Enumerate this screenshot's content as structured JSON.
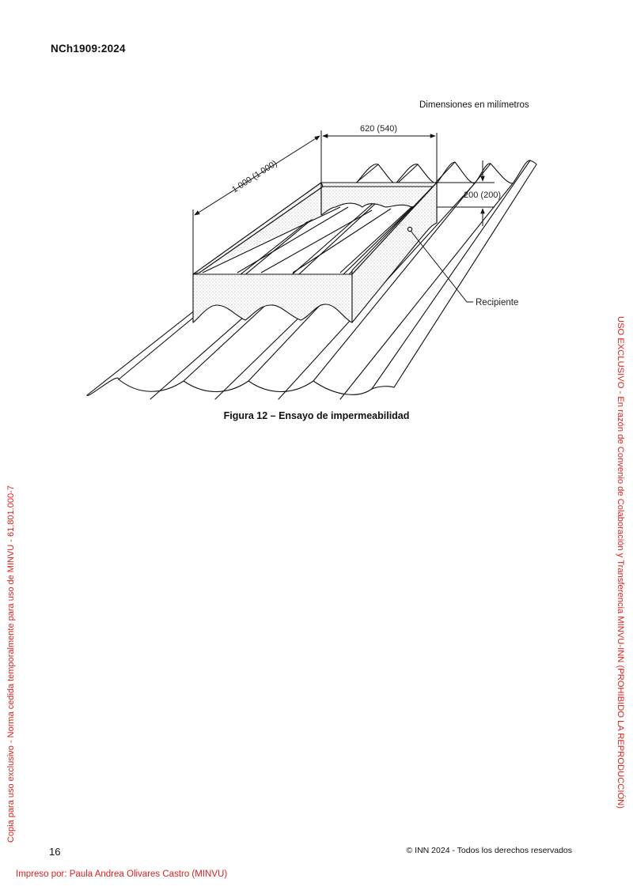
{
  "header": {
    "doc_code": "NCh1909:2024"
  },
  "figure": {
    "units_note": "Dimensiones en milímetros",
    "dim_length": "1 000 (1 000)",
    "dim_width": "620 (540)",
    "dim_height": "200 (200)",
    "callout_label": "Recipiente",
    "caption": "Figura 12 – Ensayo de impermeabilidad"
  },
  "footer": {
    "page_number": "16",
    "copyright": "© INN 2024 - Todos los derechos reservados"
  },
  "watermarks": {
    "left": "Copia para uso exclusivo - Norma cedida temporalmente para uso de MINVU - 61.801.000-7",
    "right": "USO EXCLUSIVO - En razón de Convenio de Colaboración y Transferencia MINVU-INN (PROHIBIDO LA REPRODUCCIÓN)",
    "printed_by": "Impreso por: Paula Andrea Olivares Castro (MINVU)"
  }
}
